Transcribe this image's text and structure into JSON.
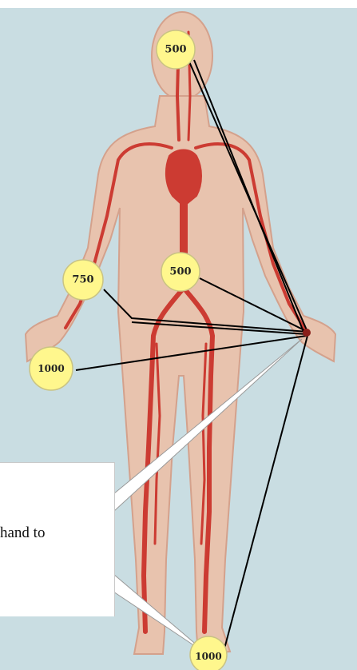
{
  "diagram": {
    "background_color": "#c9dde2",
    "body_color": "#e8c3ae",
    "vessel_color": "#cc3b32",
    "marker_color": "#fff78d",
    "markers": [
      {
        "id": "head",
        "label": "500"
      },
      {
        "id": "abdomen",
        "label": "500"
      },
      {
        "id": "right-arm",
        "label": "750"
      },
      {
        "id": "right-hand",
        "label": "1000"
      },
      {
        "id": "feet",
        "label": "1000"
      }
    ],
    "callout_text": "hand to"
  }
}
